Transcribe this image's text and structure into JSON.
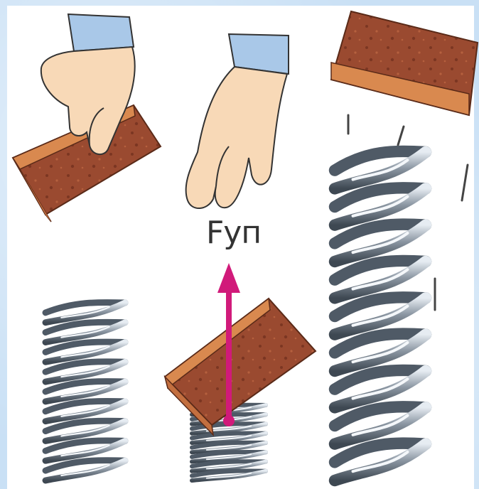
{
  "figure": {
    "force_label": "Fуп"
  },
  "colors": {
    "background": "#c9e0f5",
    "brick_face": "#9a4a30",
    "brick_edge": "#d9894f",
    "skin": "#f8d9b7",
    "cuff": "#a9c8e8",
    "spring_dark": "#4f5a66",
    "spring_light": "#d9e1ea",
    "arrow": "#d11a7a"
  },
  "icons": {
    "brick": "brick",
    "hand": "hand",
    "spring": "coil-spring",
    "arrow": "force-arrow"
  }
}
